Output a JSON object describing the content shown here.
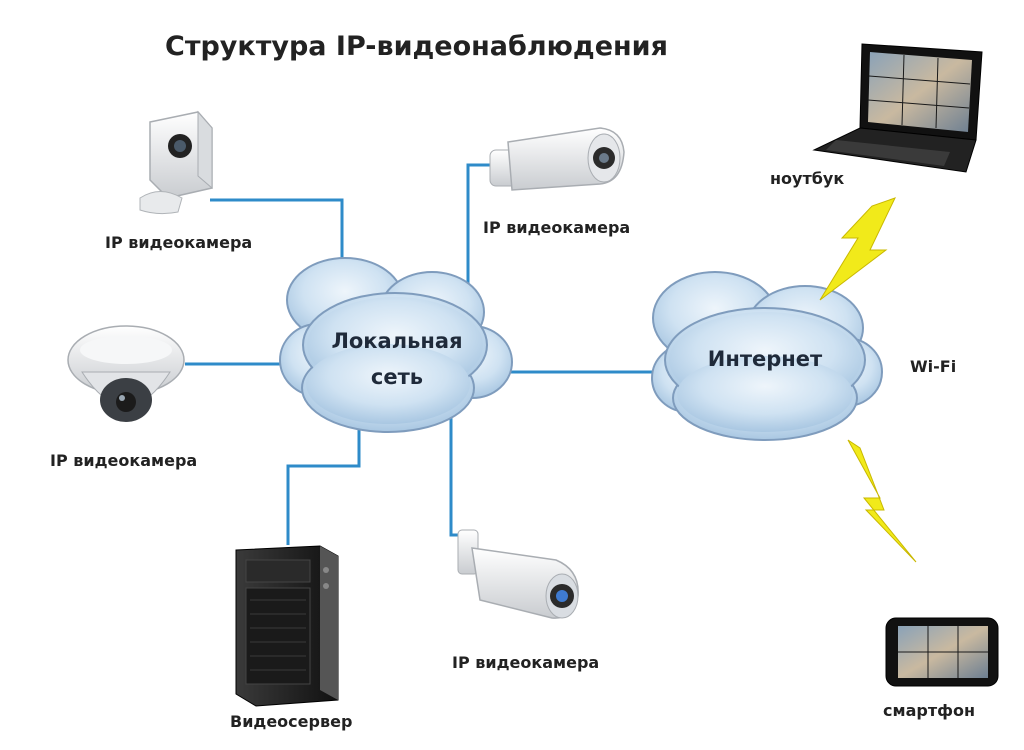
{
  "title": "Структура IP-видеонаблюдения",
  "clouds": {
    "lan": {
      "line1": "Локальная",
      "line2": "сеть"
    },
    "internet": {
      "label": "Интернет"
    }
  },
  "devices": {
    "cam_topleft": "IP видеокамера",
    "cam_top": "IP видеокамера",
    "cam_dome": "IP видеокамера",
    "cam_bottom": "IP видеокамера",
    "server": "Видеосервер",
    "laptop": "ноутбук",
    "smartphone": "смартфон"
  },
  "wifi": "Wi-Fi",
  "colors": {
    "link": "#2e8bc9",
    "bolt": "#f1ea1a",
    "cloud": "#c7dcef"
  },
  "icons": [
    "cube-camera-icon",
    "bullet-camera-icon",
    "dome-camera-icon",
    "server-tower-icon",
    "laptop-icon",
    "smartphone-icon",
    "lightning-icon"
  ]
}
